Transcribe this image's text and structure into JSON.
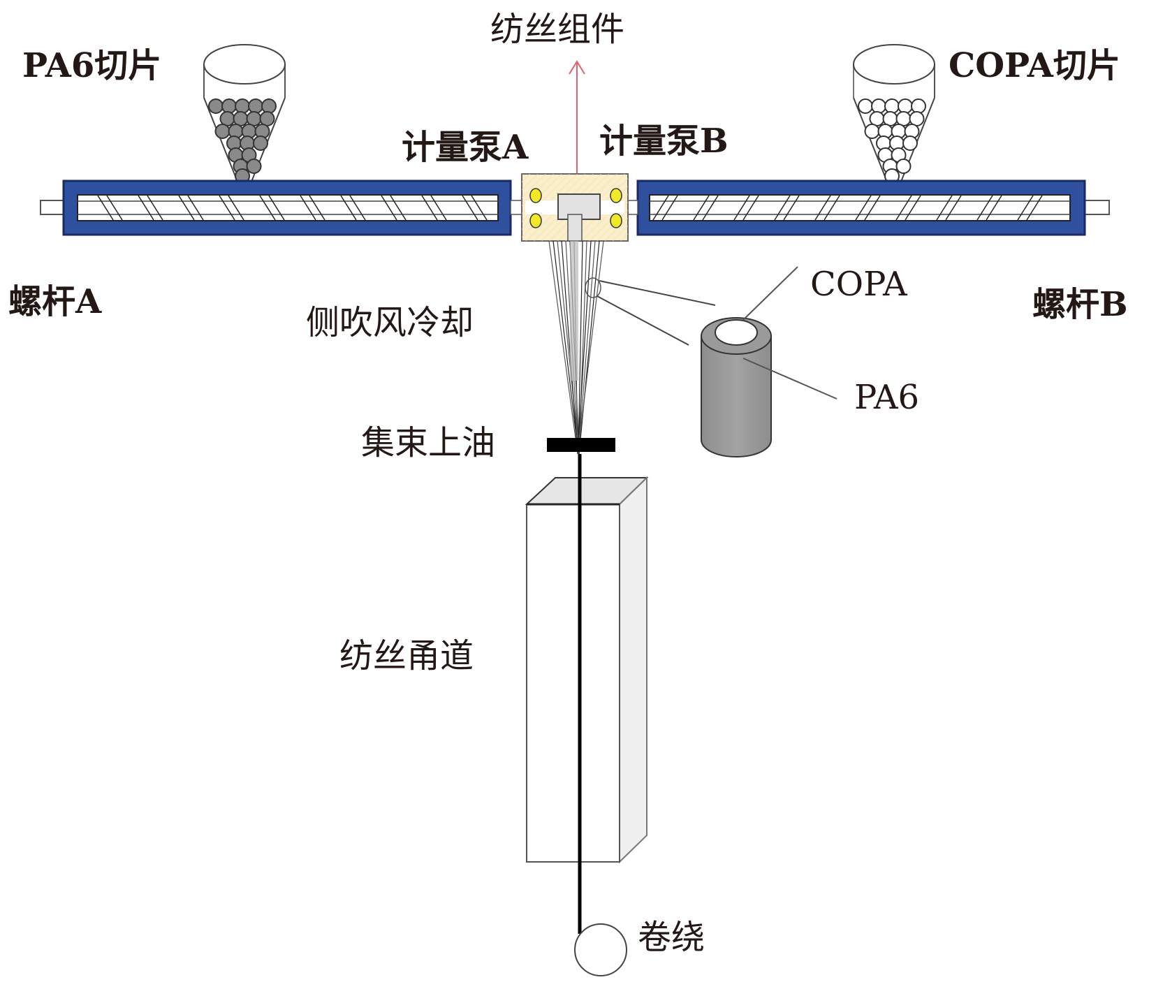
{
  "title": "PA6/COPA skin-core bicomponent melt spinning process schematic",
  "labels": {
    "spin_pack": "纺丝组件",
    "pa6_chips": "PA6切片",
    "copa_chips": "COPA切片",
    "metering_pump_a": "计量泵A",
    "metering_pump_b": "计量泵B",
    "screw_a": "螺杆A",
    "screw_b": "螺杆B",
    "side_blow_cooling": "侧吹风冷却",
    "copa_sheath": "COPA",
    "pa6_core": "PA6",
    "bundling_oiling": "集束上油",
    "spinning_channel": "纺丝甬道",
    "winding": "卷绕"
  },
  "colors": {
    "barrel_blue": "#2f4f9f",
    "barrel_border": "#1a2a66",
    "pump_block": "#fbeecb",
    "pump_bolt": "#f2e82a",
    "arrow_red": "#e0606f",
    "pa6_pellet": "#8a8a8a",
    "copa_pellet": "#ffffff",
    "fiber_body": "#9a9a9a",
    "text": "#231815"
  }
}
